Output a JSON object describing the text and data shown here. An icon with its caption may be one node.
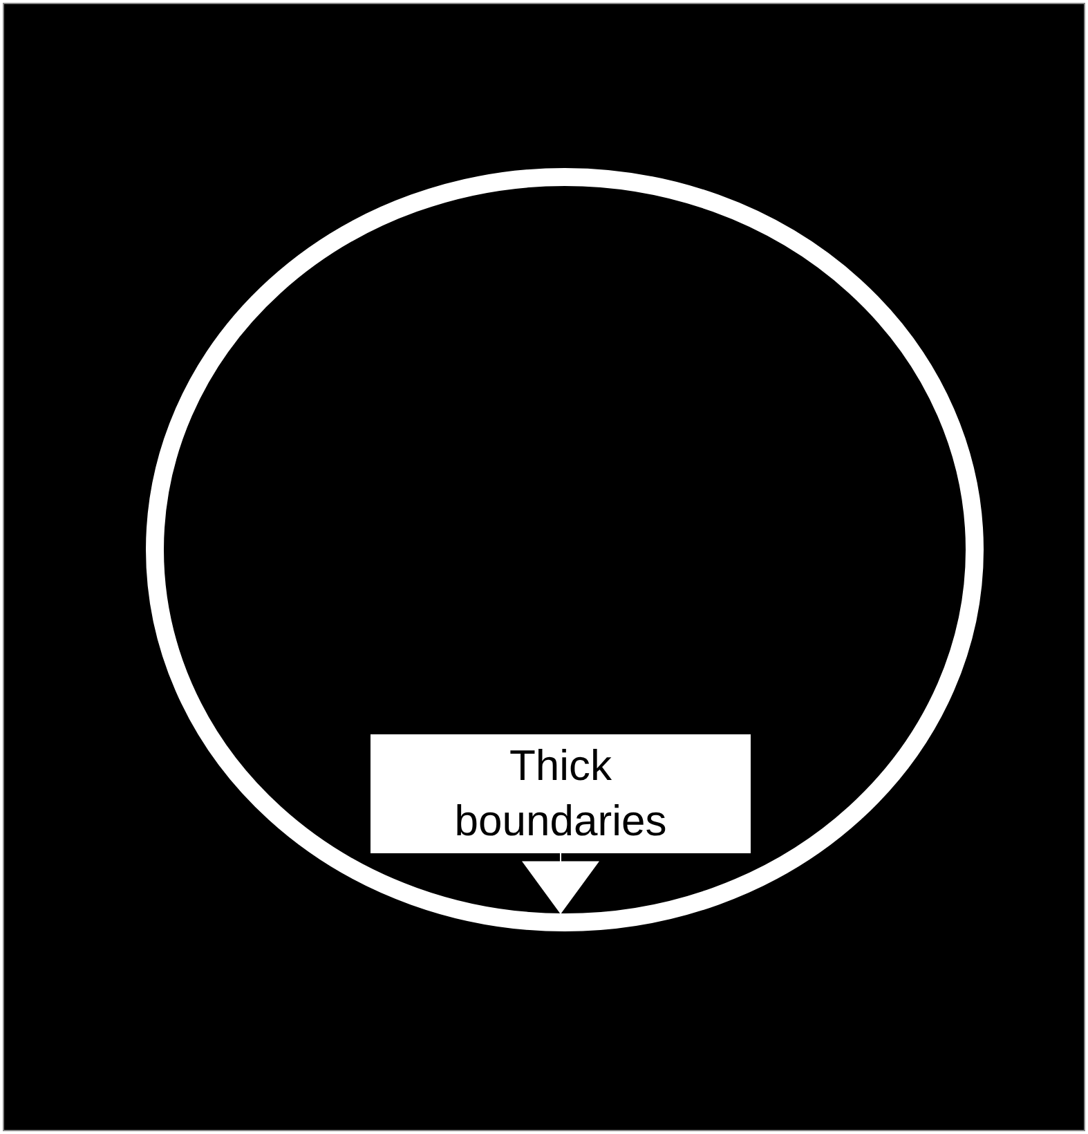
{
  "diagram": {
    "nodes": [
      {
        "text": [
          "Thick boundaries"
        ],
        "in": 1
      },
      {
        "text": [],
        "shape": "circle"
      }
    ],
    "edges": [
      {
        "from": 0,
        "to": 1,
        "arrow": "to"
      }
    ]
  }
}
